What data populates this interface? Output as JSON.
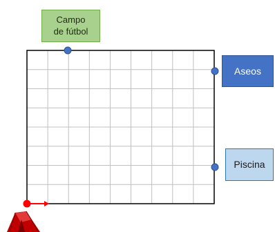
{
  "labels": {
    "campo": "Campo\nde fútbol",
    "aseos": "Aseos",
    "piscina": "Piscina"
  },
  "grid": {
    "columns": 9,
    "rows": 8
  },
  "colors": {
    "grid_line": "#bfbfbf",
    "border": "#000000",
    "point": "#4472c4",
    "point_stroke": "#2f528f",
    "origin_point": "#ff0000",
    "arrow": "#ff0000",
    "tent": "#c00000"
  },
  "icons": {
    "tent": "tent-icon",
    "arrow": "arrow-right-icon"
  }
}
